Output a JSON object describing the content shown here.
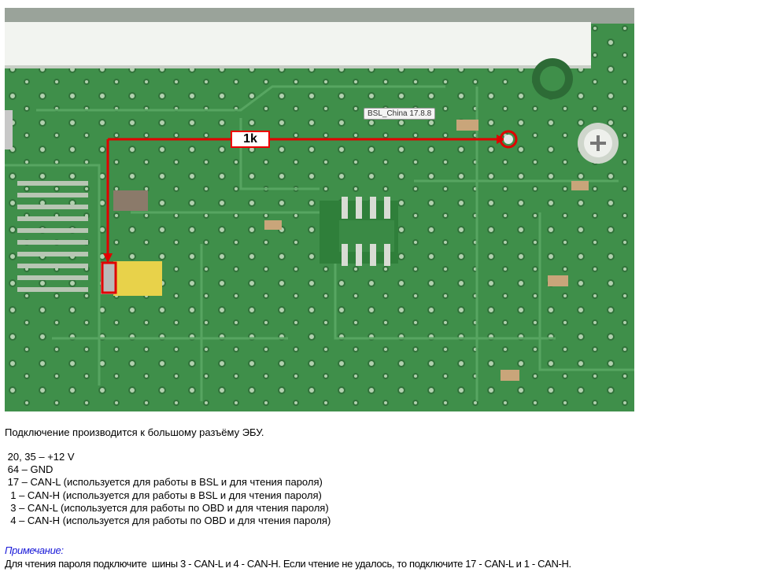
{
  "photo": {
    "tooltip": "BSL_China 17.8.8",
    "resistor_label": "1k",
    "colors": {
      "board": "#3f8f4a",
      "trace": "#5aa864",
      "marker": "#e00000",
      "capacitor": "#e8d24a"
    }
  },
  "text": {
    "intro": "Подключение производится к большому разъёму ЭБУ.",
    "pins": [
      " 20, 35 – +12 V",
      " 64 – GND",
      " 17 – CAN-L (используется для работы в BSL и для чтения пароля)",
      "  1 – CAN-H (используется для работы в BSL и для чтения пароля)",
      "  3 – CAN-L (используется для работы по OBD и для чтения пароля)",
      "  4 – CAN-H (используется для работы по OBD и для чтения пароля)"
    ],
    "note_title": "Примечание:",
    "note_body": "Для чтения пароля подключите  шины 3 - CAN-L и 4 - CAN-H. Если чтение не удалось, то подключите 17 - CAN-L и 1 - CAN-H."
  }
}
